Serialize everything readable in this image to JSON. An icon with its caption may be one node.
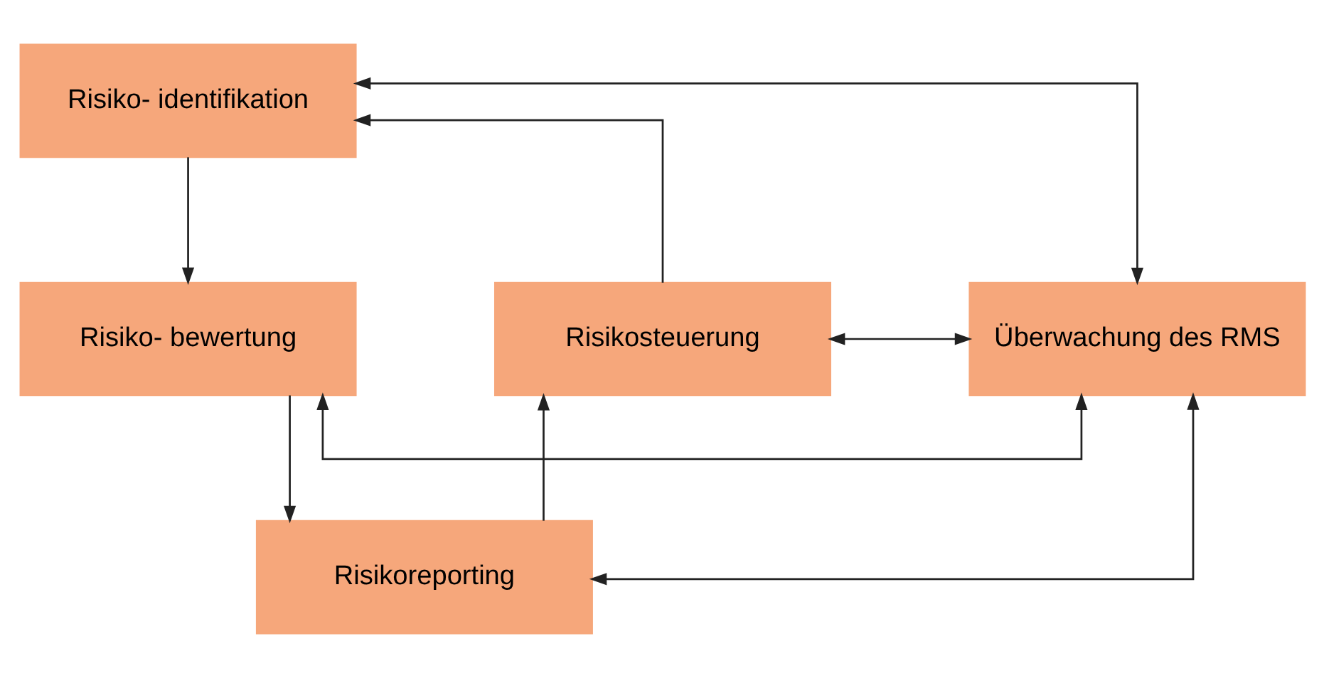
{
  "diagram": {
    "nodes": [
      {
        "text": [
          "Risiko- identifikation"
        ]
      },
      {
        "text": [
          "Risikosteuerung"
        ]
      },
      {
        "text": [
          "Überwachung des RMS"
        ]
      },
      {
        "text": [
          "Risiko- bewertung"
        ]
      },
      {
        "text": [
          "Risikoreporting"
        ]
      }
    ],
    "edges": [
      {
        "from": 1,
        "to": 0,
        "arrow": "to"
      },
      {
        "from": 0,
        "to": 3,
        "arrow": "to"
      },
      {
        "from": 3,
        "to": 4,
        "arrow": "to"
      },
      {
        "from": 4,
        "to": 1,
        "arrow": "to"
      },
      {
        "from": 2,
        "to": 0,
        "arrow": "both"
      },
      {
        "from": 2,
        "to": 1,
        "arrow": "both"
      },
      {
        "from": 2,
        "to": 3,
        "arrow": "both"
      },
      {
        "from": 2,
        "to": 4,
        "arrow": "both"
      }
    ]
  }
}
